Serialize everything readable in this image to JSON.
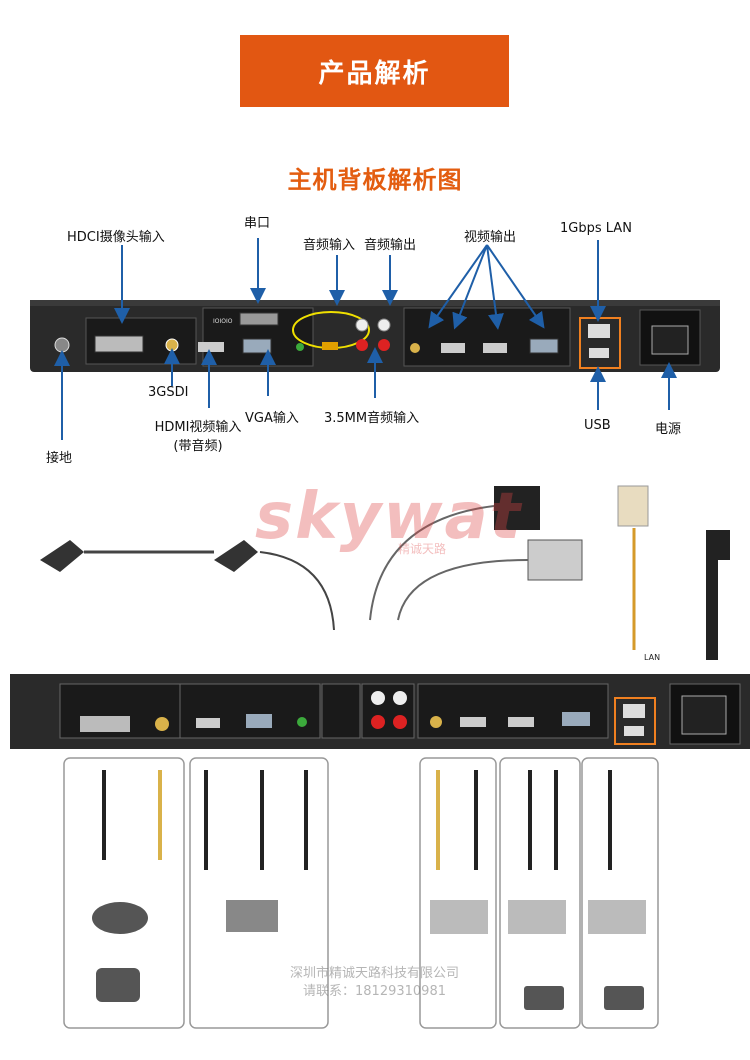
{
  "header": {
    "title": "产品解析"
  },
  "diagram": {
    "title": "主机背板解析图",
    "labels": {
      "hdci_camera_input": "HDCI摄像头输入",
      "serial_port": "串口",
      "audio_input": "音频输入",
      "audio_output": "音频输出",
      "video_output": "视频输出",
      "lan": "1Gbps LAN",
      "sdi": "3GSDI",
      "hdmi_input_line1": "HDMI视频输入",
      "hdmi_input_line2": "(带音频)",
      "vga_input": "VGA输入",
      "mm_audio_input": "3.5MM音频输入",
      "usb": "USB",
      "power": "电源",
      "ground": "接地"
    },
    "panel_text": {
      "serial_marking": "IOIOIO",
      "lan_marking": "LAN"
    },
    "watermark": {
      "logo": "skywat",
      "sub": "精诚天路"
    },
    "footer": {
      "line1": "深圳市精诚天路科技有限公司",
      "line2": "请联系：18129310981"
    }
  },
  "colors": {
    "accent": "#e25712",
    "arrow": "#1f5fa8",
    "panel": "#2a2a2a"
  }
}
